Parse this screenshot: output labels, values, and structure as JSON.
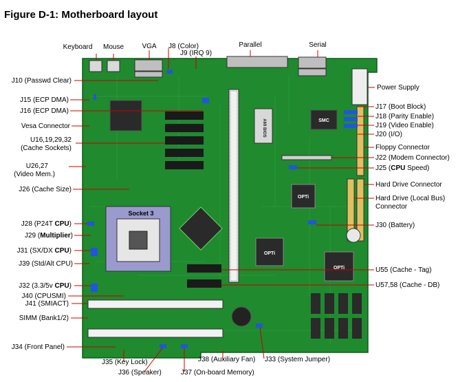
{
  "title": "Figure D-1: Motherboard layout",
  "top_labels": {
    "keyboard": "Keyboard",
    "mouse": "Mouse",
    "vga": "VGA",
    "j8": "J8 (Color)",
    "j9": "J9 (IRQ 9)",
    "parallel": "Parallel",
    "serial": "Serial"
  },
  "left_labels": {
    "j10": "J10 (Passwd Clear)",
    "j15": "J15 (ECP DMA)",
    "j16": "J16 (ECP DMA)",
    "vesa": "Vesa Connector",
    "u16_1": "U16,19,29,32",
    "u16_2": "(Cache Sockets)",
    "u26_1": "U26,27",
    "u26_2": "(Video Mem.)",
    "j26": "J26 (Cache Size)",
    "j28_a": "J28 (P24T ",
    "j28_b": "CPU",
    "j28_c": ")",
    "j29_a": "J29 (",
    "j29_b": "Multiplier",
    "j29_c": ")",
    "j31_a": "J31 (SX/DX ",
    "j31_b": "CPU",
    "j31_c": ")",
    "j39": "J39 (Std/Alt CPU)",
    "j32_a": "J32 (3.3/5v ",
    "j32_b": "CPU",
    "j32_c": ")",
    "j40": "J40 (CPUSMI)",
    "j41": "J41 (SMIACT)",
    "simm": "SIMM (Bank1/2)",
    "j34": "J34 (Front Panel)"
  },
  "right_labels": {
    "power": "Power Supply",
    "j17": "J17 (Boot Block)",
    "j18": "J18 (Parity Enable)",
    "j19": "J19 (Video Enable)",
    "j20": "J20 (I/O)",
    "floppy": "Floppy Connector",
    "j22": "J22 (Modem Connector)",
    "j25_a": "J25 (",
    "j25_b": "CPU",
    "j25_c": " Speed)",
    "hdd": "Hard Drive Connector",
    "hdd_lb1": "Hard Drive (Local Bus)",
    "hdd_lb2": "Connector",
    "j30": "J30 (Battery)",
    "u55": "U55 (Cache - Tag)",
    "u57": "U57,58 (Cache - DB)"
  },
  "bottom_labels": {
    "j35": "J35 (Key Lock)",
    "j36": "J36 (Speaker)",
    "j37": "J37 (On-board Memory)",
    "j38": "J38 (Auxiliary Fan)",
    "j33": "J33 (System Jumper)"
  },
  "chip_text": {
    "socket": "Socket 3",
    "smc": "SMC",
    "opti1": "OPTi",
    "opti2": "OPTi",
    "opti3": "OPTi",
    "bios": "AMI BIOS"
  },
  "colors": {
    "board": "#1f8a2e",
    "board_dark": "#0d5e1a",
    "leader": "#cc0000",
    "chip": "#1a1a1a",
    "socket": "#9a9acf"
  }
}
